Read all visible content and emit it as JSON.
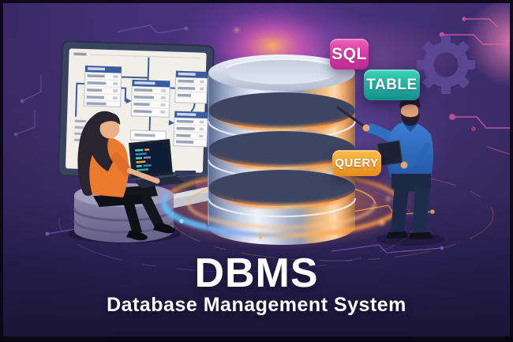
{
  "page": {
    "heading": "DBMS",
    "subtitle": "Database Management System"
  },
  "badges": [
    {
      "label": "SQL",
      "color": "#cf3aa0"
    },
    {
      "label": "TABLE",
      "color": "#1ca89d"
    },
    {
      "label": "QUERY",
      "color": "#efa32e"
    }
  ],
  "palette": {
    "background_top": "#46317a",
    "background_bottom": "#191434",
    "glow_orange": "#ff9a35",
    "glow_magenta": "#ff66c8",
    "ring_blue": "#58c0ff",
    "monitor_bezel": "#39425f",
    "screen_white": "#f2efe9",
    "diagram_blue": "#3b5c9e",
    "shirt_orange": "#e97a2e",
    "sweater_blue": "#2e6fc0",
    "heading_white": "#ffffff"
  },
  "icons": [
    {
      "name": "database-icon"
    },
    {
      "name": "gear-icon"
    },
    {
      "name": "monitor-icon"
    },
    {
      "name": "laptop-icon"
    },
    {
      "name": "tablet-icon"
    },
    {
      "name": "pointer-stick-icon"
    }
  ]
}
